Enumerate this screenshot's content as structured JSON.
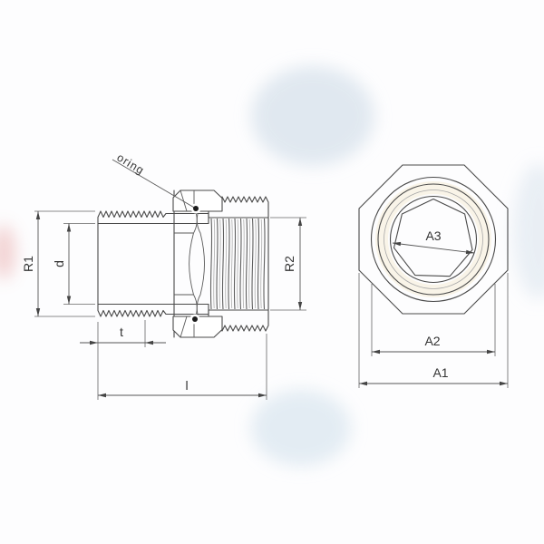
{
  "drawing": {
    "kind": "technical-drawing",
    "part": "threaded adapter fitting with o-ring, section view and end view",
    "labels": {
      "oring": "oring",
      "r1": "R1",
      "d": "d",
      "t": "t",
      "l": "l",
      "r2": "R2",
      "a3": "A3",
      "a2": "A2",
      "a1": "A1"
    },
    "side_view_dimensions": [
      "R1",
      "d",
      "t",
      "l",
      "R2"
    ],
    "end_view_dimensions": [
      "A3",
      "A2",
      "A1"
    ],
    "callouts": [
      "oring"
    ],
    "colors": {
      "line": "#4a4a4a",
      "dimension": "#555555",
      "text": "#333333",
      "dot": "#1c1c1c",
      "background": "#fdfdfe"
    }
  }
}
